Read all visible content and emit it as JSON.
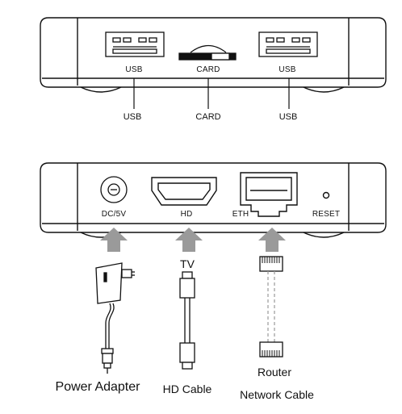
{
  "top_panel": {
    "port_labels": {
      "usb_left": "USB",
      "card": "CARD",
      "usb_right": "USB"
    },
    "callouts": {
      "usb_left": "USB",
      "card": "CARD",
      "usb_right": "USB"
    }
  },
  "bottom_panel": {
    "port_labels": {
      "dc": "DC/5V",
      "hd": "HD",
      "eth": "ETH",
      "reset": "RESET"
    },
    "dc_symbol": "⊖"
  },
  "devices": {
    "tv": "TV",
    "router": "Router",
    "power_adapter": "Power Adapter",
    "hd_cable": "HD Cable",
    "network_cable": "Network Cable"
  },
  "colors": {
    "line": "#111111",
    "arrow_fill": "#9a9a9a",
    "cable_dash": "#9a9a9a"
  }
}
